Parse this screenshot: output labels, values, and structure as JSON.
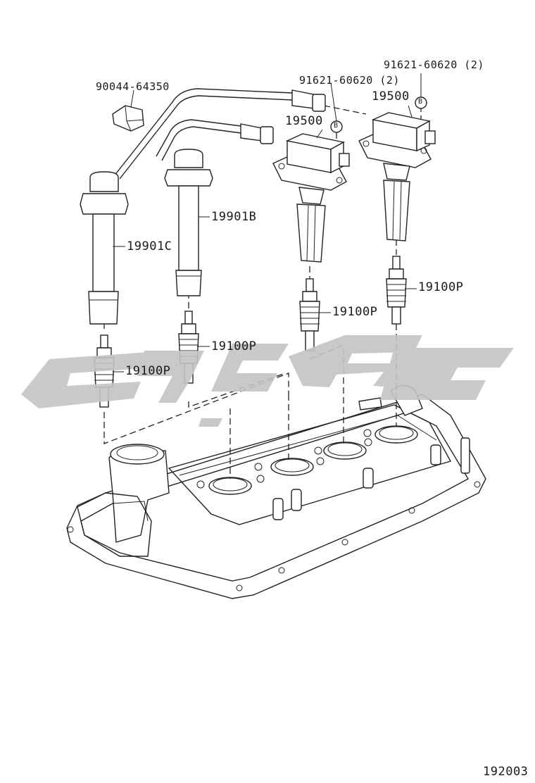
{
  "callouts": {
    "clamp": "90044-64350",
    "bolt_left": "91621-60620 (2)",
    "bolt_right": "91621-60620 (2)",
    "coil_left": "19500",
    "coil_right": "19500",
    "cord_c": "19901C",
    "cord_b": "19901B",
    "plug_1": "19100P",
    "plug_2": "19100P",
    "plug_3": "19100P",
    "plug_4": "19100P",
    "ref_b_left": "B",
    "ref_b_right": "B"
  },
  "figure_number": "192003",
  "watermark": {
    "color": "#c4c4c4",
    "opacity": 0.9
  }
}
